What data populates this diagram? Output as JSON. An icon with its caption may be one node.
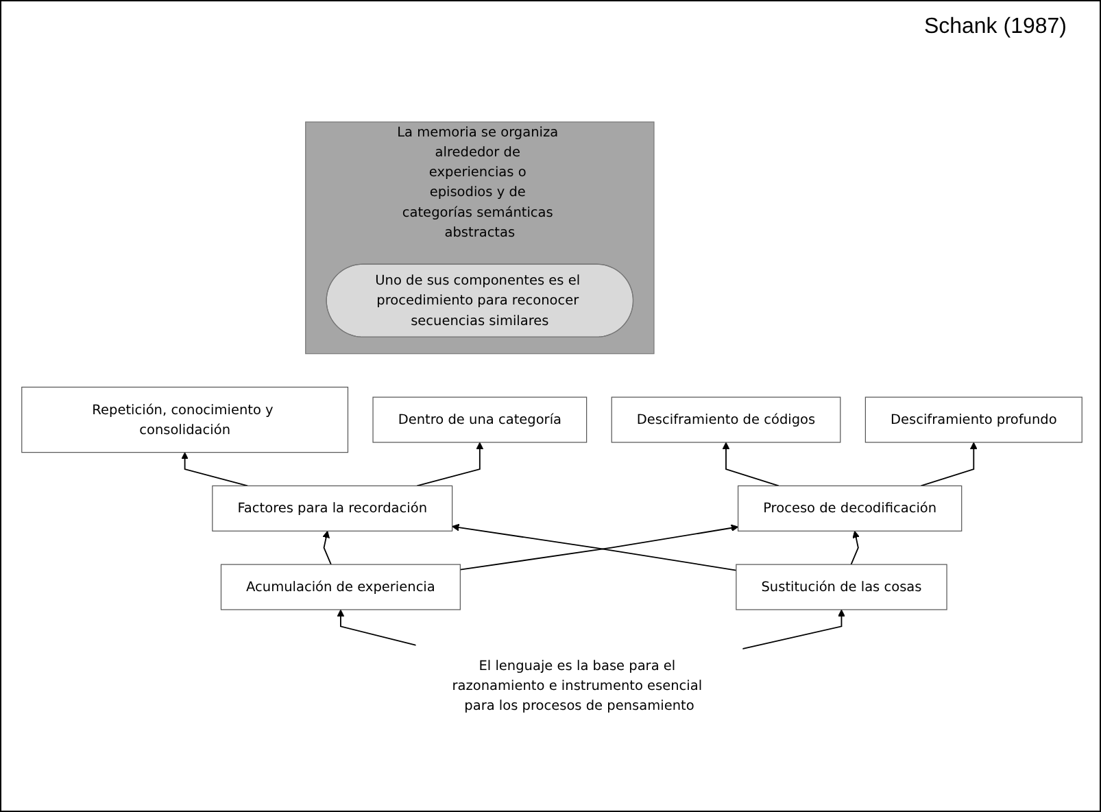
{
  "diagram": {
    "nodes": [
      {
        "text": [
          "La memoria se organiza alrededor de experiencias o episodios y de categorías semánticas abstractas"
        ]
      },
      {
        "text": [
          "Uno de sus componentes es el procedimiento para reconocer secuencias similares"
        ],
        "in": 0
      },
      {
        "text": [
          "Repetición, conocimiento y consolidación"
        ]
      },
      {
        "text": [
          "Dentro de una categoría"
        ]
      },
      {
        "text": [
          "Desciframiento de códigos"
        ]
      },
      {
        "text": [
          "Desciframiento profundo"
        ]
      },
      {
        "text": [
          "Factores para la recordación"
        ]
      },
      {
        "text": [
          "Proceso de decodificación"
        ]
      },
      {
        "text": [
          "Acumulación de experiencia"
        ]
      },
      {
        "text": [
          "Sustitución de las cosas"
        ]
      },
      {
        "text": [
          "El lenguaje es la base para el razonamiento e instrumento esencial para los procesos de pensamiento"
        ]
      }
    ],
    "edges": [
      {
        "from": 6,
        "to": 2,
        "arrow": "to"
      },
      {
        "from": 6,
        "to": 3,
        "arrow": "to"
      },
      {
        "from": 7,
        "to": 4,
        "arrow": "to"
      },
      {
        "from": 7,
        "to": 5,
        "arrow": "to"
      },
      {
        "from": 8,
        "to": 6,
        "arrow": "to"
      },
      {
        "from": 8,
        "to": 7,
        "arrow": "to"
      },
      {
        "from": 9,
        "to": 6,
        "arrow": "to"
      },
      {
        "from": 9,
        "to": 7,
        "arrow": "to"
      },
      {
        "from": 10,
        "to": 8,
        "arrow": "to"
      },
      {
        "from": 10,
        "to": 9,
        "arrow": "to"
      }
    ],
    "labels": [
      "Schank (1987)"
    ]
  }
}
